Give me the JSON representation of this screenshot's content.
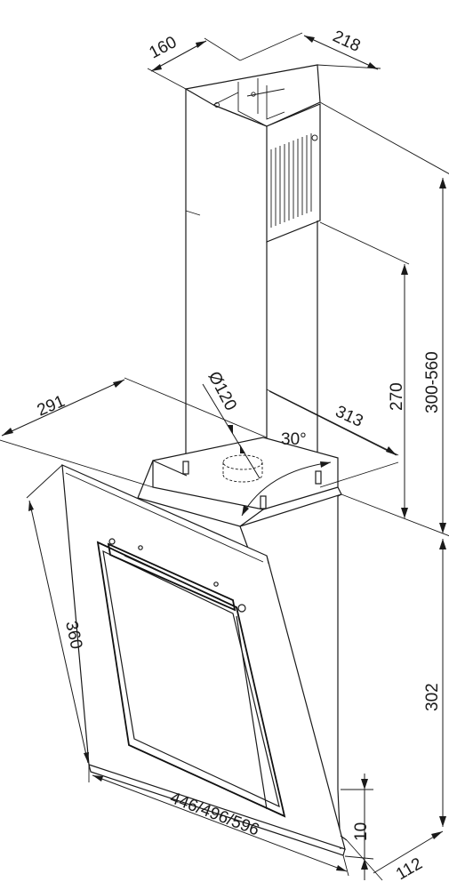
{
  "dimensions": {
    "chimney_depth": "160",
    "chimney_width": "218",
    "chimney_height_range": "300-560",
    "upper_chimney_height": "270",
    "duct_diameter": "Ø120",
    "top_width": "313",
    "tilt_angle": "30°",
    "top_depth": "291",
    "panel_height": "360",
    "hood_height": "302",
    "hood_widths": "446/496/596",
    "bottom_offset": "10",
    "base_depth": "112"
  }
}
